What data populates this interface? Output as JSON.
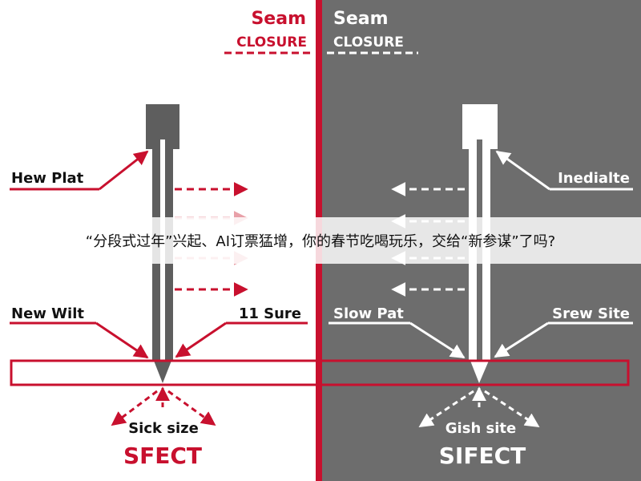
{
  "colors": {
    "red": "#c8102e",
    "gray_panel": "#6d6d6d",
    "dark_post": "#5e5e5e",
    "white": "#ffffff",
    "faint_red": "#e8a0a8"
  },
  "left_panel": {
    "title_line1": "Seam",
    "title_line2": "CLOSURE",
    "label_top": "Hew Plat",
    "label_mid_left": "New Wilt",
    "label_mid_right": "11 Sure",
    "label_bottom": "Sick size",
    "result": "SFECT"
  },
  "right_panel": {
    "title_line1": "Seam",
    "title_line2": "CLOSURE",
    "label_top": "Inedialte",
    "label_mid_left": "Slow Pat",
    "label_mid_right": "Srew Site",
    "label_bottom": "Gish site",
    "result": "SIFECT"
  },
  "banner": {
    "text": "“分段式过年”兴起、AI订票猛增，你的春节吃喝玩乐，交给“新参谋”了吗?"
  }
}
